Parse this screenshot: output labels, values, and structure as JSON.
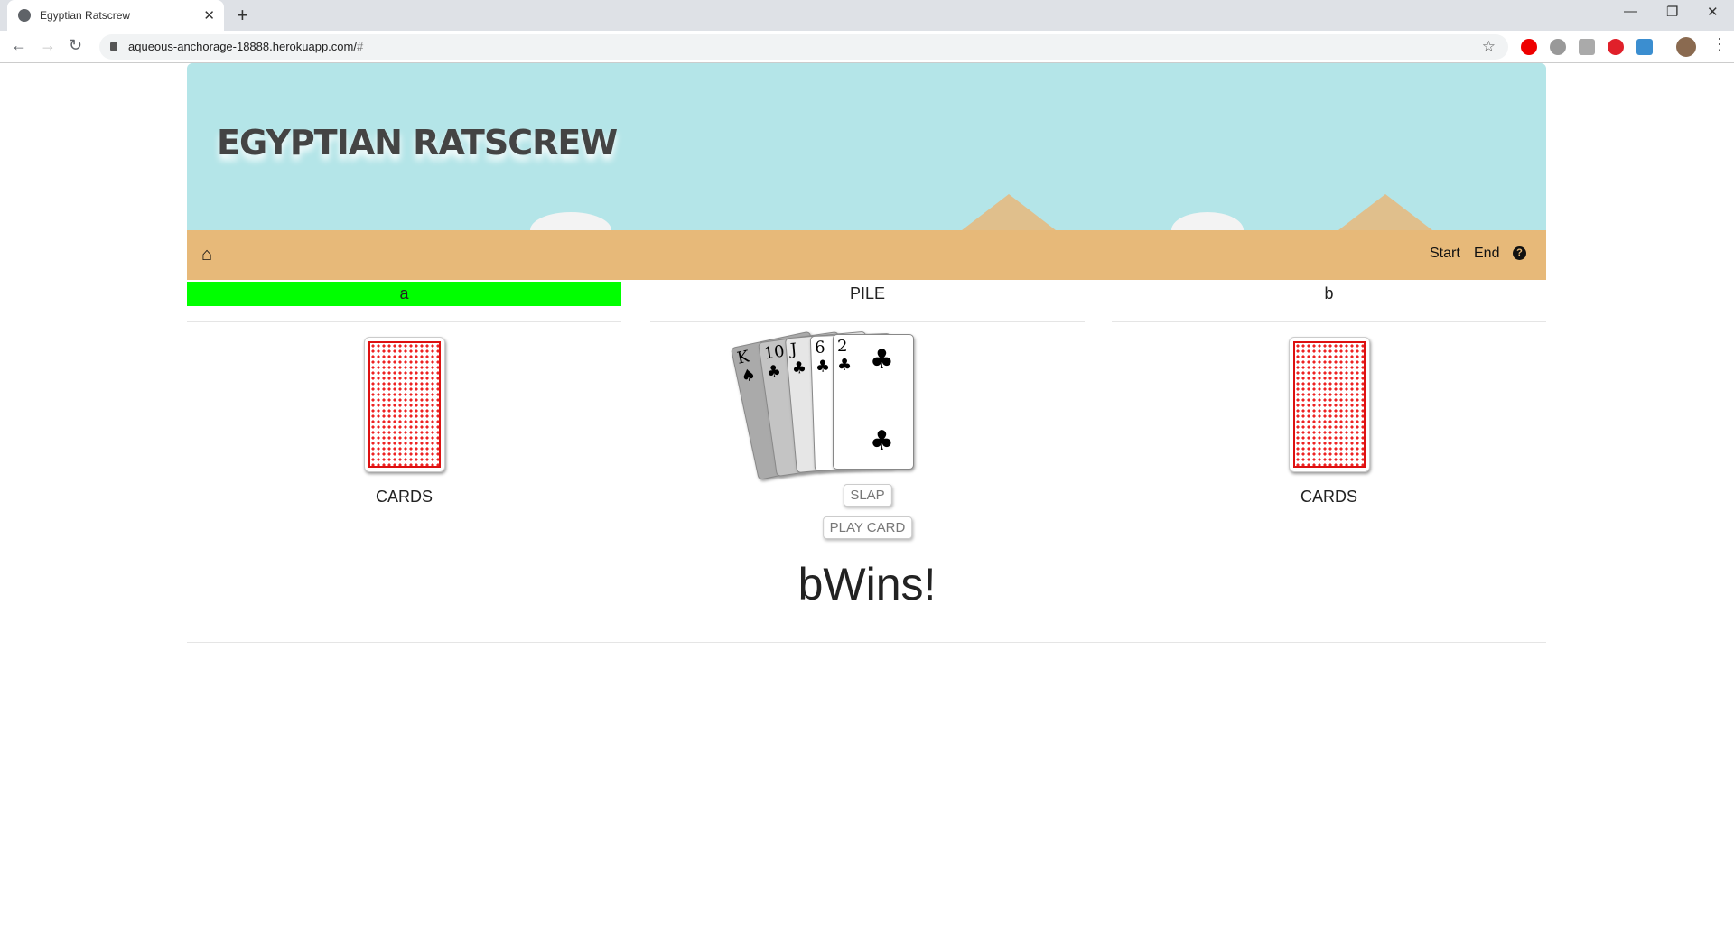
{
  "browser": {
    "tab_title": "Egyptian Ratscrew",
    "url": "aqueous-anchorage-18888.herokuapp.com/",
    "url_suffix": "#"
  },
  "header": {
    "title": "EGYPTIAN RATSCREW"
  },
  "nav": {
    "start": "Start",
    "end": "End"
  },
  "colors": {
    "active_player": "#00ff00",
    "sky": "#b4e5e8",
    "sand": "#e7b979"
  },
  "players": [
    {
      "name": "a",
      "cards_label": "CARDS",
      "active": true
    },
    {
      "name": "b",
      "cards_label": "CARDS",
      "active": false
    }
  ],
  "pile": {
    "label": "PILE",
    "cards": [
      {
        "rank": "K",
        "suit": "♠"
      },
      {
        "rank": "10",
        "suit": "♣"
      },
      {
        "rank": "J",
        "suit": "♣"
      },
      {
        "rank": "6",
        "suit": "♣"
      },
      {
        "rank": "2",
        "suit": "♣"
      }
    ]
  },
  "buttons": {
    "slap": "SLAP",
    "play_card": "PLAY CARD"
  },
  "message": "bWins!"
}
